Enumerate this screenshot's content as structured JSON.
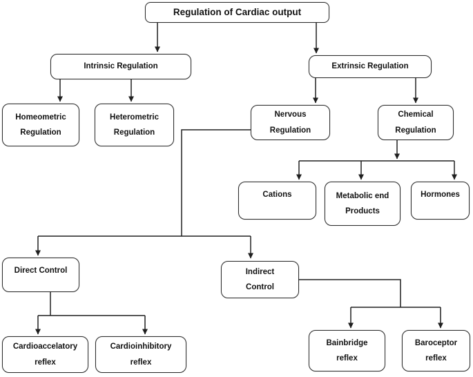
{
  "diagram": {
    "type": "flowchart",
    "title": "Regulation of Cardiac output",
    "colors": {
      "background": "#ffffff",
      "box_fill": "#ffffff",
      "box_border": "#2b2b2b",
      "line": "#1f1f1f",
      "text": "#111111"
    },
    "nodes": {
      "root": {
        "label": "Regulation of Cardiac output"
      },
      "intrinsic": {
        "label": "Intrinsic Regulation"
      },
      "extrinsic": {
        "label": "Extrinsic Regulation"
      },
      "homeometric": {
        "label": "Homeometric\nRegulation"
      },
      "heterometric": {
        "label": "Heterometric\nRegulation"
      },
      "nervous": {
        "label": "Nervous\nRegulation"
      },
      "chemical": {
        "label": "Chemical\nRegulation"
      },
      "cations": {
        "label": "Cations"
      },
      "metabolic_end_products": {
        "label": "Metabolic end\nProducts"
      },
      "hormones": {
        "label": "Hormones"
      },
      "direct_control": {
        "label": "Direct Control"
      },
      "indirect_control": {
        "label": "Indirect\nControl"
      },
      "cardioaccelatory_reflex": {
        "label": "Cardioaccelatory\nreflex"
      },
      "cardioinhibitory_reflex": {
        "label": "Cardioinhibitory\nreflex"
      },
      "bainbridge_reflex": {
        "label": "Bainbridge\nreflex"
      },
      "baroceptor_reflex": {
        "label": "Baroceptor\nreflex"
      }
    },
    "edges": [
      {
        "from": "root",
        "to": "intrinsic"
      },
      {
        "from": "root",
        "to": "extrinsic"
      },
      {
        "from": "intrinsic",
        "to": "homeometric"
      },
      {
        "from": "intrinsic",
        "to": "heterometric"
      },
      {
        "from": "extrinsic",
        "to": "nervous"
      },
      {
        "from": "extrinsic",
        "to": "chemical"
      },
      {
        "from": "chemical",
        "to": "cations"
      },
      {
        "from": "chemical",
        "to": "metabolic_end_products"
      },
      {
        "from": "chemical",
        "to": "hormones"
      },
      {
        "from": "nervous",
        "to": "direct_control"
      },
      {
        "from": "nervous",
        "to": "indirect_control"
      },
      {
        "from": "direct_control",
        "to": "cardioaccelatory_reflex"
      },
      {
        "from": "direct_control",
        "to": "cardioinhibitory_reflex"
      },
      {
        "from": "indirect_control",
        "to": "bainbridge_reflex"
      },
      {
        "from": "indirect_control",
        "to": "baroceptor_reflex"
      }
    ]
  }
}
